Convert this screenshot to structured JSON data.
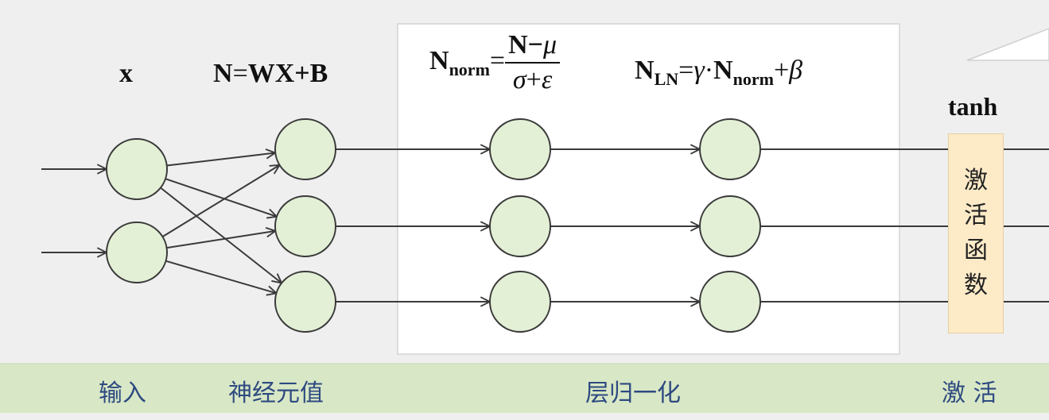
{
  "formulas": {
    "input": "x",
    "neuron_lhs": "N",
    "neuron_eq": "=",
    "neuron_rhs": "WX+B",
    "norm_lhs": "N",
    "norm_sub": "norm",
    "norm_eq": "=",
    "norm_num_n": "N−",
    "norm_num_mu": "μ",
    "norm_den_sigma": "σ",
    "norm_den_plus": "+",
    "norm_den_eps": "ε",
    "ln_lhs": "N",
    "ln_sub": "LN",
    "ln_eq": "=",
    "ln_gamma": "γ",
    "ln_dot": "·",
    "ln_n": "N",
    "ln_n_sub": "norm",
    "ln_plus": "+",
    "ln_beta": "β",
    "activation_name": "tanh"
  },
  "activation_box": {
    "chars": [
      "激",
      "活",
      "函",
      "数"
    ]
  },
  "stage_labels": {
    "input": "输入",
    "neuron_value": "神经元值",
    "layer_norm": "层归一化",
    "activation": "激 活"
  },
  "colors": {
    "background": "#efefef",
    "panel": "#ffffff",
    "node_fill": "#e3f0d6",
    "node_stroke": "#3a3a3a",
    "label_band": "#d8e8c6",
    "activation_fill": "#fdebc8",
    "label_text": "#2e4a80"
  }
}
